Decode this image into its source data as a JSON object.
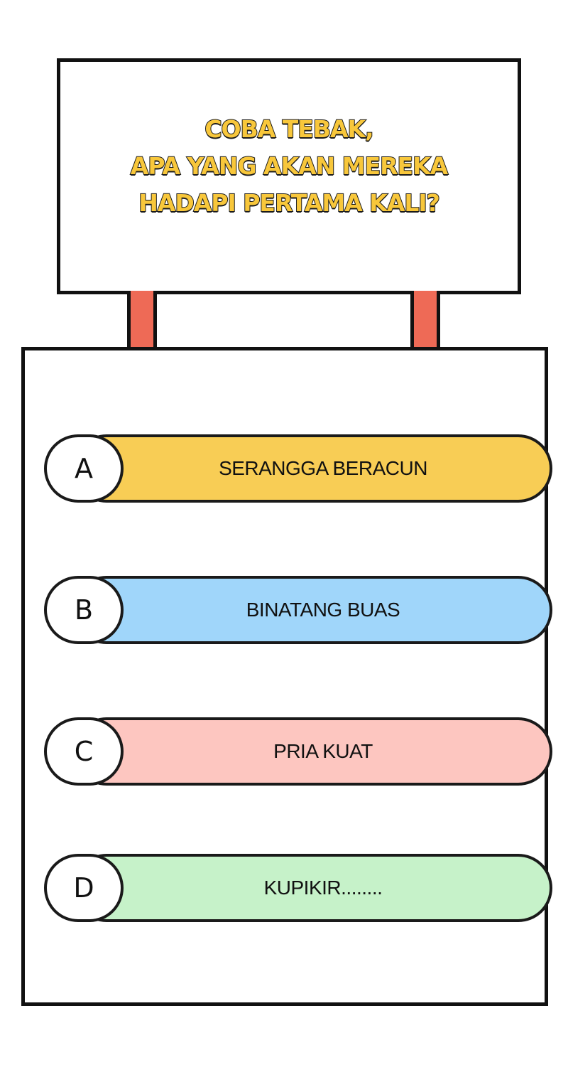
{
  "question": {
    "lines": [
      "COBA TEBAK,",
      "APA YANG AKAN MEREKA",
      "HADAPI PERTAMA KALI?"
    ],
    "text_color": "#f8c73b",
    "outline_color": "#1a1a1a"
  },
  "sign": {
    "post_color": "#ee6a56",
    "border_color": "#111111"
  },
  "options": [
    {
      "letter": "A",
      "text": "SERANGGA BERACUN",
      "color": "#f8cd55"
    },
    {
      "letter": "B",
      "text": "BINATANG BUAS",
      "color": "#a0d6fa"
    },
    {
      "letter": "C",
      "text": "PRIA KUAT",
      "color": "#fdc6c0"
    },
    {
      "letter": "D",
      "text": "KUPIKIR........",
      "color": "#c6f2c9"
    }
  ]
}
